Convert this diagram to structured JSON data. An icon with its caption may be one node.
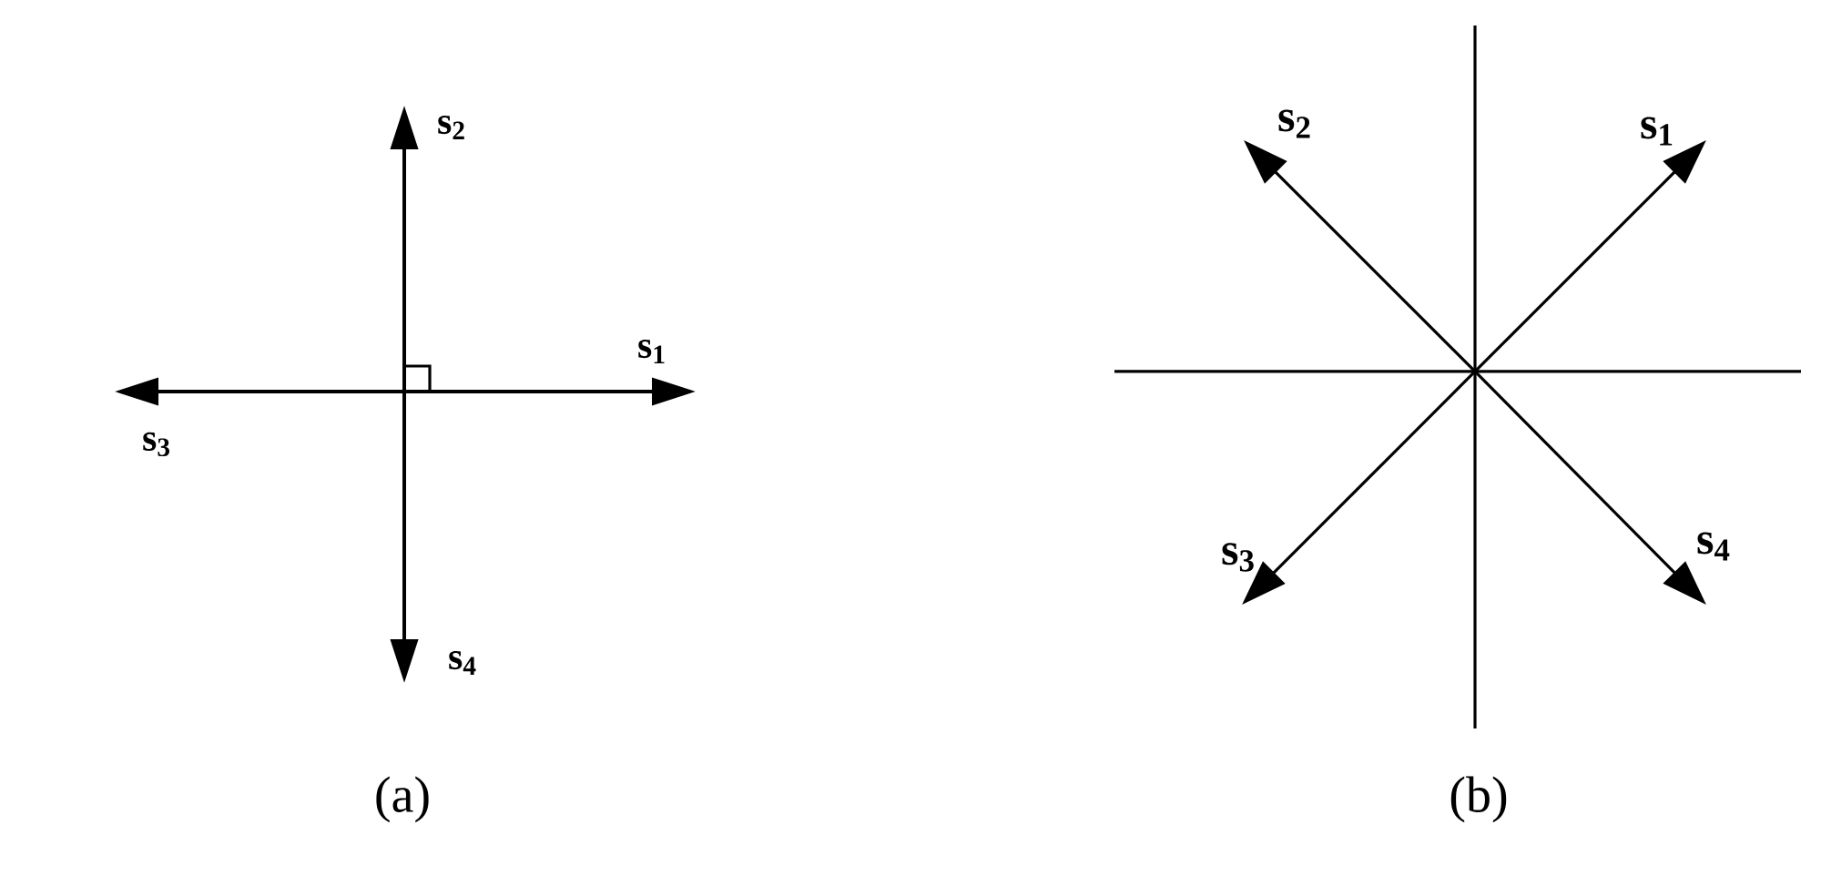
{
  "diagram": {
    "labels": [
      "s$_{2}$",
      "s$_{1}$",
      "s$_{3}$",
      "s$_{4}$",
      "(a)",
      "s$_{2}$",
      "s$_{1}$",
      "s$_{3}$",
      "s$_{4}$",
      "(b)"
    ]
  }
}
